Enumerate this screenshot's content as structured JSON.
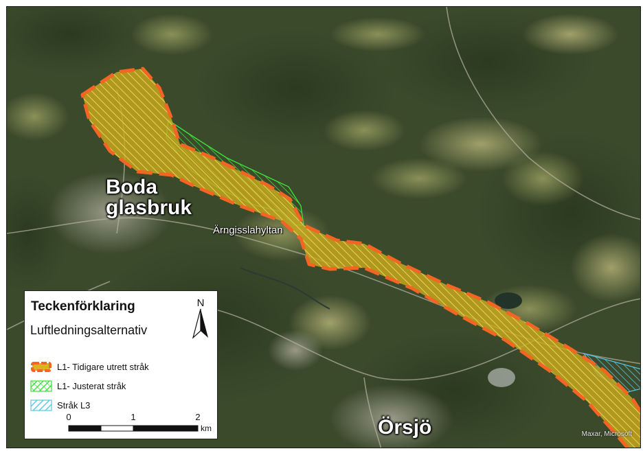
{
  "map": {
    "place_labels": {
      "boda": "Boda\nglasbruk",
      "arngisslahyltan": "Ärngisslahyltan",
      "orsjo": "Örsjö"
    },
    "attribution": "Maxar, Microsoft",
    "colors": {
      "satellite_base": "#3c4a2c",
      "l1_fill": "#d8b420",
      "l1_border": "#f26522",
      "l1_justerat": "#3ce03a",
      "l3": "#56c8e6"
    }
  },
  "legend": {
    "title": "Teckenförklaring",
    "subtitle": "Luftledningsalternativ",
    "north_label": "N",
    "items": [
      {
        "label": "L1- Tidigare utrett stråk"
      },
      {
        "label": "L1- Justerat stråk"
      },
      {
        "label": "Stråk L3"
      }
    ],
    "scale": {
      "ticks": [
        "0",
        "1",
        "2"
      ],
      "unit": "km"
    }
  }
}
